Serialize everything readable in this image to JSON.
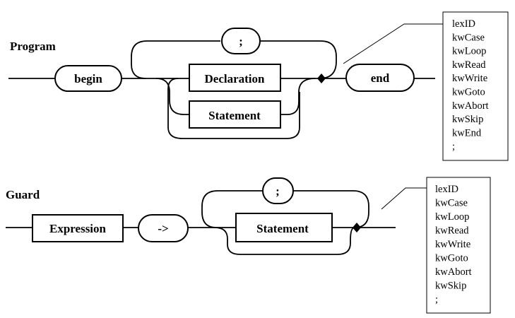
{
  "program": {
    "title": "Program",
    "begin": "begin",
    "separator": ";",
    "declaration": "Declaration",
    "statement": "Statement",
    "end": "end",
    "follow_set": [
      "lexID",
      "kwCase",
      "kwLoop",
      "kwRead",
      "kwWrite",
      "kwGoto",
      "kwAbort",
      "kwSkip",
      "kwEnd",
      ";"
    ]
  },
  "guard": {
    "title": "Guard",
    "expression": "Expression",
    "arrow": "->",
    "separator": ";",
    "statement": "Statement",
    "follow_set": [
      "lexID",
      "kwCase",
      "kwLoop",
      "kwRead",
      "kwWrite",
      "kwGoto",
      "kwAbort",
      "kwSkip",
      ";"
    ]
  }
}
